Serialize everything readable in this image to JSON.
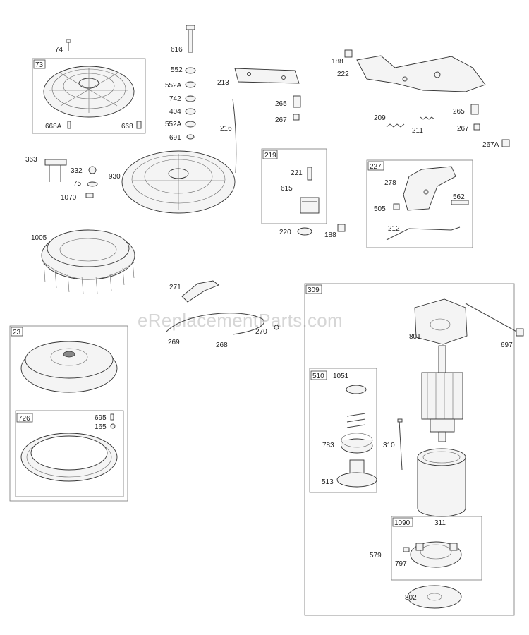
{
  "watermark": "eReplacementParts.com",
  "boxes": {
    "b73": "73",
    "b219": "219",
    "b227": "227",
    "b309": "309",
    "b23": "23",
    "b726": "726",
    "b510": "510",
    "b1090": "1090"
  },
  "labels": {
    "l74": "74",
    "l668a": "668A",
    "l668": "668",
    "l616": "616",
    "l552a": "552",
    "l552A1": "552A",
    "l742": "742",
    "l404": "404",
    "l552A2": "552A",
    "l691": "691",
    "l213": "213",
    "l216": "216",
    "l265a": "265",
    "l267a": "267",
    "l188a": "188",
    "l222": "222",
    "l209": "209",
    "l211": "211",
    "l265b": "265",
    "l267b": "267",
    "l267A": "267A",
    "l363": "363",
    "l332": "332",
    "l75": "75",
    "l1070": "1070",
    "l930": "930",
    "l221": "221",
    "l615": "615",
    "l220": "220",
    "l188b": "188",
    "l278": "278",
    "l562": "562",
    "l505": "505",
    "l212": "212",
    "l1005": "1005",
    "l271": "271",
    "l269": "269",
    "l268": "268",
    "l270": "270",
    "l801": "801",
    "l697": "697",
    "l695": "695",
    "l165": "165",
    "l1051": "1051",
    "l783": "783",
    "l310": "310",
    "l513": "513",
    "l311": "311",
    "l579": "579",
    "l797": "797",
    "l802": "802"
  }
}
